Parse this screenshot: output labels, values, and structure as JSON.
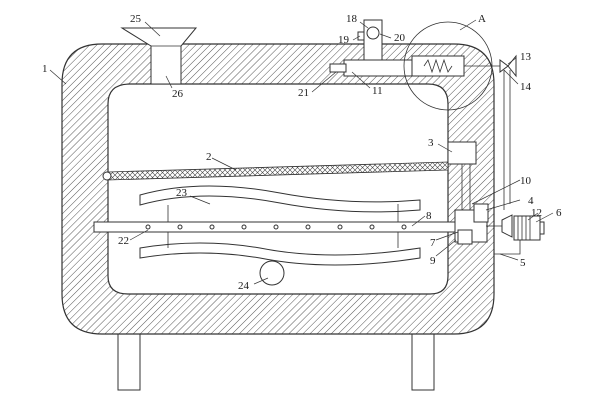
{
  "labels": {
    "l1": "1",
    "l2": "2",
    "l3": "3",
    "l4": "4",
    "l5": "5",
    "l6": "6",
    "l7": "7",
    "l8": "8",
    "l9": "9",
    "l10": "10",
    "l11": "11",
    "l12": "12",
    "l13": "13",
    "l14": "14",
    "l18": "18",
    "l19": "19",
    "l20": "20",
    "l21": "21",
    "l22": "22",
    "l23": "23",
    "l24": "24",
    "l25": "25",
    "l26": "26",
    "lA": "A"
  },
  "colors": {
    "line": "#333333",
    "hatch": "#555555",
    "background": "#ffffff"
  }
}
